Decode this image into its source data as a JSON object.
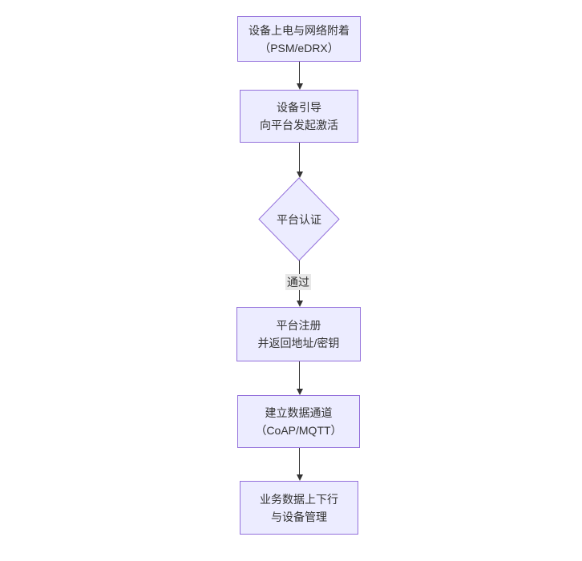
{
  "diagram": {
    "type": "flowchart",
    "direction": "top-down",
    "nodes": [
      {
        "id": "A",
        "shape": "rect",
        "lines": [
          "设备上电与网络附着",
          "（PSM/eDRX）"
        ]
      },
      {
        "id": "B",
        "shape": "rect",
        "lines": [
          "设备引导",
          "向平台发起激活"
        ]
      },
      {
        "id": "C",
        "shape": "diamond",
        "lines": [
          "平台认证"
        ]
      },
      {
        "id": "D",
        "shape": "rect",
        "lines": [
          "平台注册",
          "并返回地址/密钥"
        ]
      },
      {
        "id": "E",
        "shape": "rect",
        "lines": [
          "建立数据通道",
          "（CoAP/MQTT）"
        ]
      },
      {
        "id": "F",
        "shape": "rect",
        "lines": [
          "业务数据上下行",
          "与设备管理"
        ]
      }
    ],
    "edges": [
      {
        "from": "A",
        "to": "B",
        "label": ""
      },
      {
        "from": "B",
        "to": "C",
        "label": ""
      },
      {
        "from": "C",
        "to": "D",
        "label": "通过"
      },
      {
        "from": "D",
        "to": "E",
        "label": ""
      },
      {
        "from": "E",
        "to": "F",
        "label": ""
      }
    ],
    "colors": {
      "node_fill": "#ECECFF",
      "node_border": "#9370DB",
      "edge_line": "#333333",
      "edge_label_bg": "#e8e8e8",
      "text": "#333333",
      "background": "#ffffff"
    }
  }
}
